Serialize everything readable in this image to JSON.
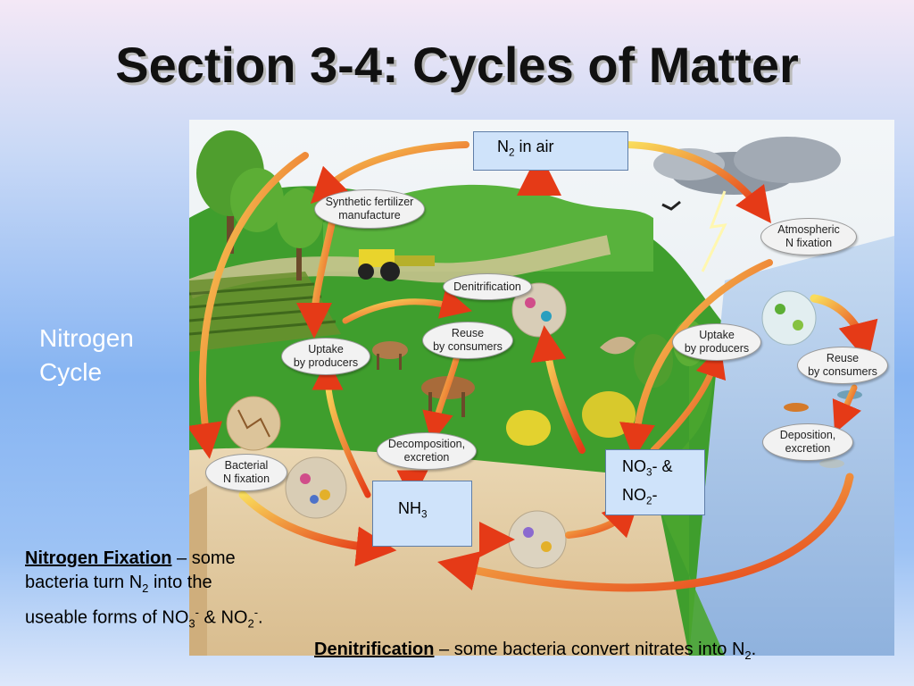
{
  "title": "Section 3-4: Cycles of Matter",
  "side_label": {
    "line1": "Nitrogen",
    "line2": "Cycle"
  },
  "nodes": {
    "n2_air": {
      "prefix": "N",
      "sub": "2",
      "suffix": " in air"
    },
    "nh3": {
      "prefix": "NH",
      "sub": "3"
    },
    "no3_no2": {
      "line1_prefix": "NO",
      "line1_sub": "3",
      "line1_suffix": "- &",
      "line2_prefix": "NO",
      "line2_sub": "2",
      "line2_suffix": "-"
    }
  },
  "labels": {
    "synthetic_fertilizer": [
      "Synthetic fertilizer",
      "manufacture"
    ],
    "atmospheric_fixation": [
      "Atmospheric",
      "N fixation"
    ],
    "denitrification": [
      "Denitrification"
    ],
    "reuse_land": [
      "Reuse",
      "by consumers"
    ],
    "uptake_land": [
      "Uptake",
      "by producers"
    ],
    "uptake_water": [
      "Uptake",
      "by producers"
    ],
    "reuse_water": [
      "Reuse",
      "by consumers"
    ],
    "decomposition": [
      "Decomposition,",
      "excretion"
    ],
    "deposition": [
      "Deposition,",
      "excretion"
    ],
    "bacterial_fixation": [
      "Bacterial",
      "N fixation"
    ]
  },
  "nitrogen_fixation": {
    "term": "Nitrogen Fixation",
    "dash": " – some bacteria turn N",
    "sub1": "2",
    "mid": " into the useable forms of NO",
    "sub2": "3",
    "sup2": "-",
    "amp": " & NO",
    "sub3": "2",
    "sup3": "-",
    "end": "."
  },
  "denitrification_def": {
    "term": "Denitrification",
    "text": " – some bacteria convert nitrates into N",
    "sub": "2",
    "end": "."
  },
  "colors": {
    "arrow_start": "#f7d24a",
    "arrow_end": "#e8401c",
    "sky": "#eaf1f6",
    "grass": "#3d9a2a",
    "soil": "#e3c9a0",
    "water": "#a9c4e6"
  }
}
